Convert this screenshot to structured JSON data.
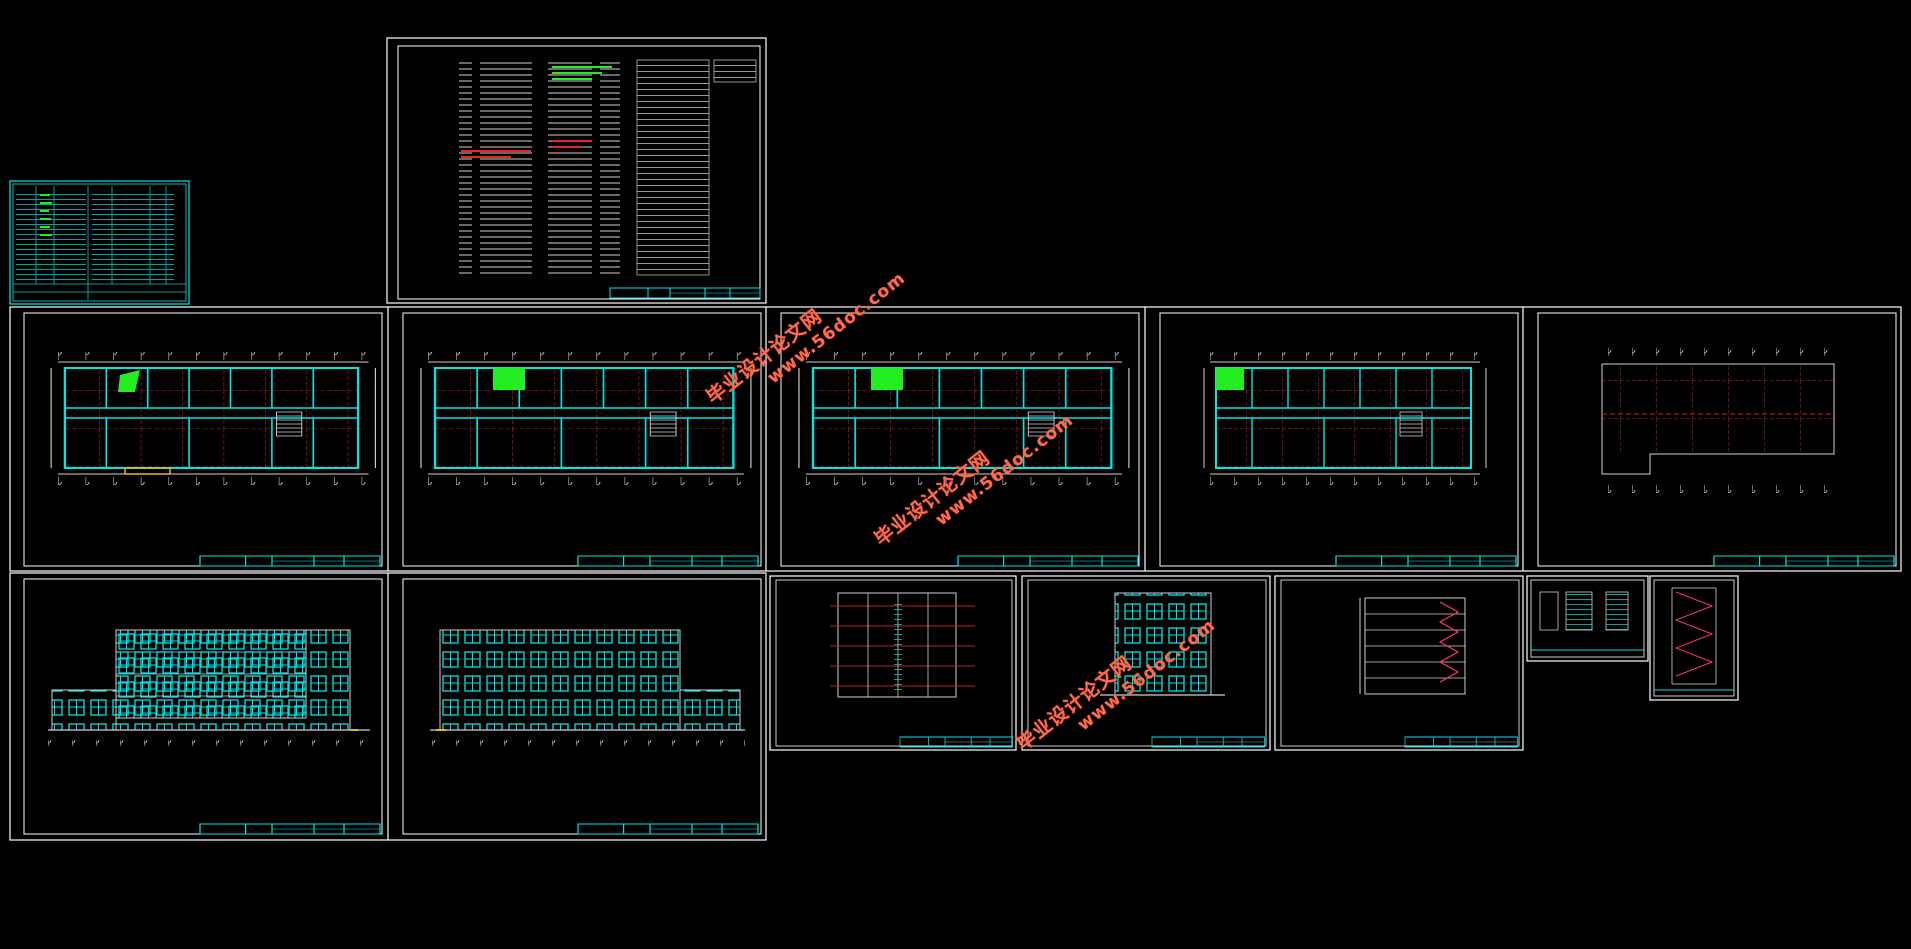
{
  "drawing_set": {
    "sheets": [
      {
        "id": "material-table-sheet",
        "kind": "table"
      },
      {
        "id": "design-notes-sheet",
        "kind": "notes"
      },
      {
        "id": "plan-ground",
        "kind": "plan"
      },
      {
        "id": "plan-2",
        "kind": "plan"
      },
      {
        "id": "plan-3",
        "kind": "plan"
      },
      {
        "id": "plan-standard",
        "kind": "plan"
      },
      {
        "id": "plan-roof",
        "kind": "roof"
      },
      {
        "id": "elevation-front",
        "kind": "elevation"
      },
      {
        "id": "elevation-rear",
        "kind": "elevation"
      },
      {
        "id": "elevation-side-a",
        "kind": "side"
      },
      {
        "id": "elevation-side-b",
        "kind": "side"
      },
      {
        "id": "section",
        "kind": "section"
      },
      {
        "id": "detail-small",
        "kind": "detail"
      },
      {
        "id": "stair-detail",
        "kind": "stair"
      }
    ]
  },
  "watermarks": [
    {
      "name": "watermark-1",
      "cn": "毕业设计论文网",
      "url": "www.56doc.com"
    },
    {
      "name": "watermark-2",
      "cn": "毕业设计论文网",
      "url": "www.56doc.com"
    },
    {
      "name": "watermark-3",
      "cn": "毕业设计论文网",
      "url": "www.56doc.com"
    }
  ],
  "colors": {
    "frame": "#ffffff",
    "cyan": "#00e5e5",
    "grid_red": "#cc2020",
    "green": "#22ee22",
    "watermark": "#ff6a4a",
    "background": "#000000"
  }
}
